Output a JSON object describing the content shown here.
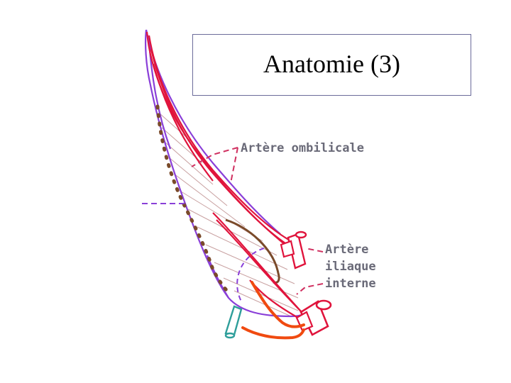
{
  "slide": {
    "title": "Anatomie (3)"
  },
  "labels": {
    "umbilical_artery": "Artère ombilicale",
    "internal_iliac_line1": "Artère",
    "internal_iliac_line2": "iliaque",
    "internal_iliac_line3": "interne"
  },
  "colors": {
    "outline": "#8a3fd8",
    "artery": "#e0143c",
    "hatch": "#c8a0a0",
    "brown": "#7a4a2a",
    "teal": "#2e9e9a",
    "orange": "#f04a10",
    "leader": "#d03060",
    "label": "#6a6a78"
  }
}
